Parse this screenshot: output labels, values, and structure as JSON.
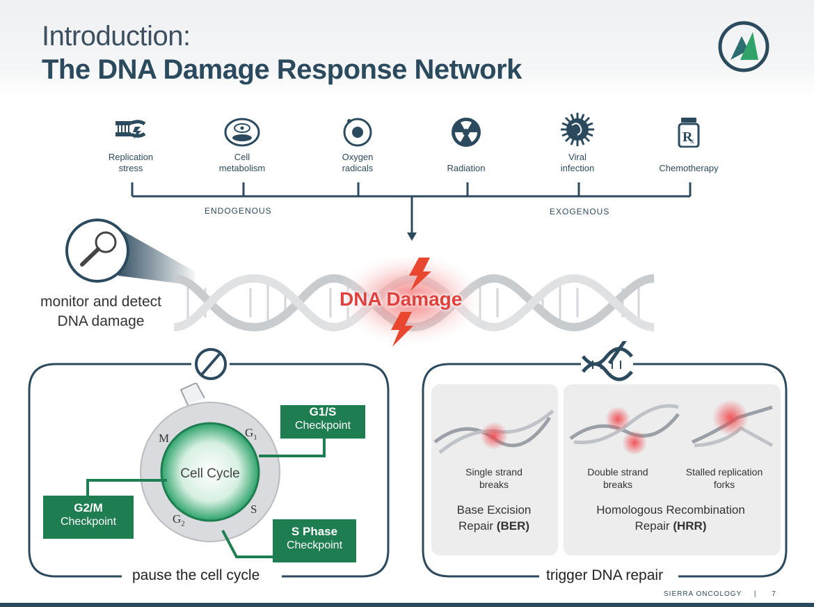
{
  "title": {
    "line1": "Introduction:",
    "line2": "The DNA Damage Response Network"
  },
  "causes": [
    {
      "icon": "replication-stress-icon",
      "label_line1": "Replication",
      "label_line2": "stress"
    },
    {
      "icon": "cell-metabolism-icon",
      "label_line1": "Cell",
      "label_line2": "metabolism"
    },
    {
      "icon": "oxygen-radicals-icon",
      "label_line1": "Oxygen",
      "label_line2": "radicals"
    },
    {
      "icon": "radiation-icon",
      "label_line1": "",
      "label_line2": "Radiation"
    },
    {
      "icon": "virus-icon",
      "label_line1": "Viral",
      "label_line2": "infection"
    },
    {
      "icon": "rx-bottle-icon",
      "label_line1": "",
      "label_line2": "Chemotherapy"
    }
  ],
  "groups": {
    "endogenous": "ENDOGENOUS",
    "exogenous": "EXOGENOUS"
  },
  "monitor": {
    "line1": "monitor and detect",
    "line2": "DNA damage"
  },
  "dna_damage_label": "DNA Damage",
  "cell_cycle": {
    "caption": "pause the cell cycle",
    "center_label": "Cell Cycle",
    "phases": {
      "m": "M",
      "g1": "G",
      "g1_sub": "1",
      "s": "S",
      "g2": "G",
      "g2_sub": "2"
    },
    "checkpoints": {
      "g1s": {
        "line1": "G1/S",
        "line2": "Checkpoint"
      },
      "g2m": {
        "line1": "G2/M",
        "line2": "Checkpoint"
      },
      "sphase": {
        "line1": "S Phase",
        "line2": "Checkpoint"
      }
    }
  },
  "repair": {
    "caption": "trigger DNA repair",
    "single": {
      "line1": "Single strand",
      "line2": "breaks"
    },
    "double": {
      "line1": "Double strand",
      "line2": "breaks"
    },
    "stalled": {
      "line1": "Stalled replication",
      "line2": "forks"
    },
    "ber": {
      "line1": "Base Excision",
      "line2_prefix": "Repair ",
      "line2_bold": "(BER)"
    },
    "hrr": {
      "line1": "Homologous Recombination",
      "line2_prefix": "Repair ",
      "line2_bold": "(HRR)"
    }
  },
  "footer": {
    "company": "SIERRA ONCOLOGY",
    "separator": "|",
    "page": "7"
  },
  "colors": {
    "navy": "#2c4a5e",
    "green": "#1f7d52",
    "red": "#e0413e",
    "panel_border": "#2c4a5e"
  }
}
